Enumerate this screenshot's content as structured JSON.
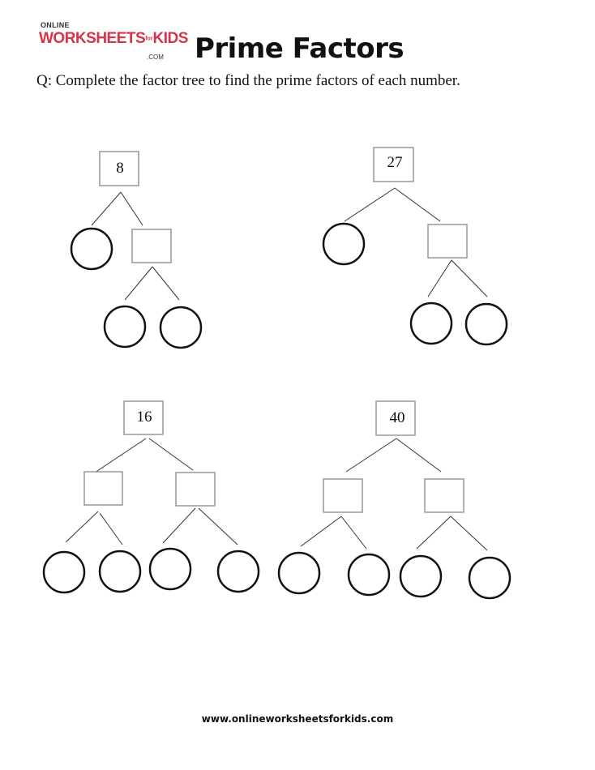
{
  "header": {
    "logo": {
      "top": "ONLINE",
      "brand": "WORKSHEETS",
      "for": "for",
      "kids": "KIDS",
      "com": ".COM"
    },
    "title": "Prime Factors"
  },
  "question": "Q: Complete the factor tree to find the prime factors of each number.",
  "trees": [
    {
      "number": "8",
      "structure": "circle + box(circle, circle)"
    },
    {
      "number": "27",
      "structure": "circle + box(circle, circle)"
    },
    {
      "number": "16",
      "structure": "box(circle, circle) + box(circle, circle)"
    },
    {
      "number": "40",
      "structure": "box(circle, circle) + box(circle, circle)"
    }
  ],
  "footer": {
    "url": "www.onlineworksheetsforkids.com"
  },
  "colors": {
    "brand": "#d6344a",
    "box_stroke": "#888888",
    "circle_stroke": "#111111"
  }
}
